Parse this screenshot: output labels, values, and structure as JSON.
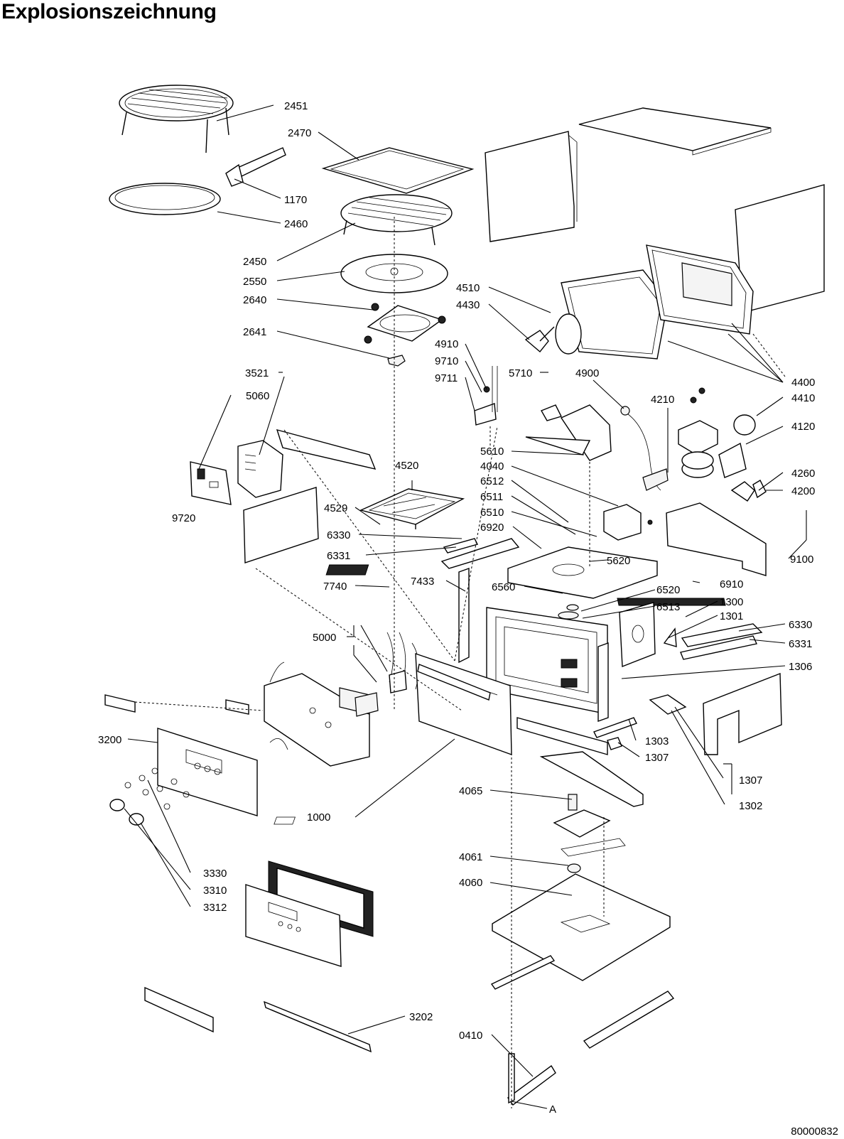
{
  "title": "Explosionszeichnung",
  "document_number": "80000832",
  "reference_marker": "A",
  "part_numbers": [
    "2451",
    "2470",
    "1170",
    "2460",
    "2450",
    "2550",
    "2640",
    "2641",
    "4510",
    "4430",
    "4910",
    "9710",
    "9711",
    "5710",
    "4900",
    "4210",
    "4400",
    "4410",
    "4120",
    "3521",
    "5060",
    "5610",
    "4040",
    "6512",
    "6511",
    "6510",
    "6920",
    "4520",
    "4529",
    "6330",
    "6331",
    "7740",
    "7433",
    "6560",
    "5620",
    "6520",
    "6513",
    "1300",
    "1301",
    "6330",
    "6331",
    "1306",
    "4260",
    "4200",
    "9100",
    "6910",
    "9720",
    "5000",
    "3200",
    "1303",
    "1307",
    "1307",
    "1302",
    "1000",
    "4065",
    "4061",
    "4060",
    "3330",
    "3310",
    "3312",
    "3202",
    "0410"
  ]
}
